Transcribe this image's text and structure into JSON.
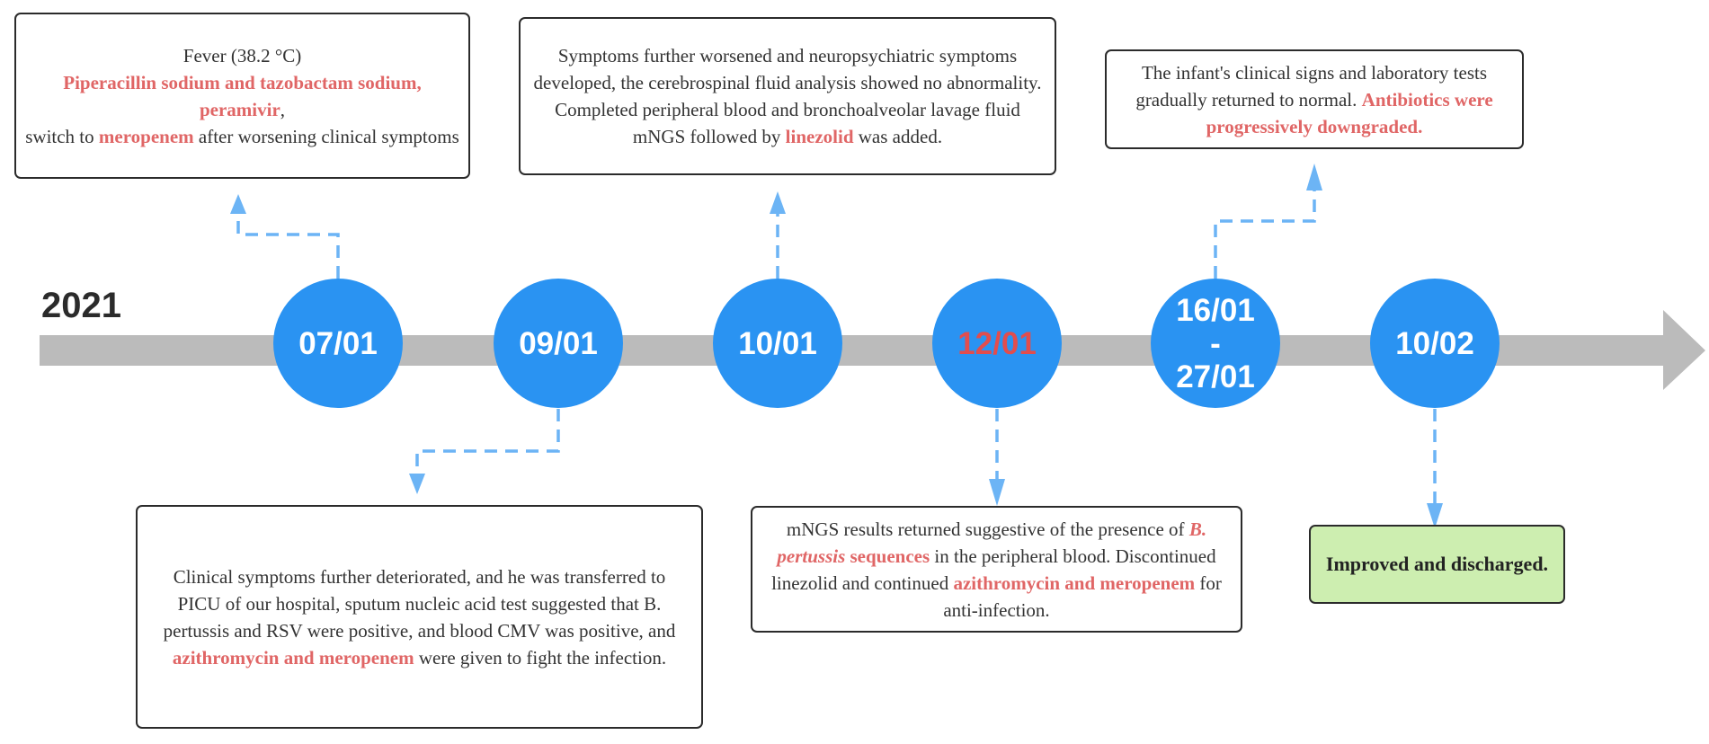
{
  "year": "2021",
  "colors": {
    "node_blue": "#2a93f2",
    "highlight_red": "#e06666",
    "timeline_gray": "#bbbbbb",
    "connector_blue": "#6cb4f5",
    "discharge_green": "#cdeeb0"
  },
  "nodes": [
    {
      "label": "07/01"
    },
    {
      "label": "09/01"
    },
    {
      "label": "10/01"
    },
    {
      "label": "12/01",
      "highlighted": true
    },
    {
      "label_top": "16/01",
      "label_mid": "-",
      "label_bottom": "27/01"
    },
    {
      "label": "10/02"
    }
  ],
  "events": {
    "e0701": {
      "l1": "Fever (38.2 °C)",
      "l2_drugs": "Piperacillin sodium and tazobactam sodium",
      "l2_sep": ", ",
      "l2_drug2": "peramivir",
      "l2_end": ",",
      "l3_a": "switch to ",
      "l3_drug": "meropenem",
      "l3_b": " after worsening clinical symptoms"
    },
    "e0901": {
      "text_a": "Clinical symptoms further deteriorated, and he was transferred to PICU of our hospital, sputum nucleic acid test suggested that B. pertussis and RSV were positive, and blood CMV was positive, and ",
      "drug": "azithromycin and meropenem",
      "text_b": " were given to fight the infection."
    },
    "e1001": {
      "text_a": "Symptoms further worsened and neuropsychiatric symptoms developed, the cerebrospinal fluid analysis showed no abnormality. Completed peripheral blood and bronchoalveolar lavage fluid mNGS followed by ",
      "drug": "linezolid",
      "text_b": " was added."
    },
    "e1201": {
      "text_a": "mNGS results returned suggestive of the presence of ",
      "organism": "B. pertussis",
      "seq": " sequences",
      "text_b": " in the peripheral blood. Discontinued linezolid  and continued ",
      "drug": "azithromycin and meropenem",
      "text_c": " for anti-infection."
    },
    "e1601": {
      "text_a": "The infant's clinical signs and laboratory tests gradually returned to normal. ",
      "highlight": "Antibiotics were progressively downgraded."
    },
    "e1002": {
      "text": "Improved and discharged."
    }
  }
}
